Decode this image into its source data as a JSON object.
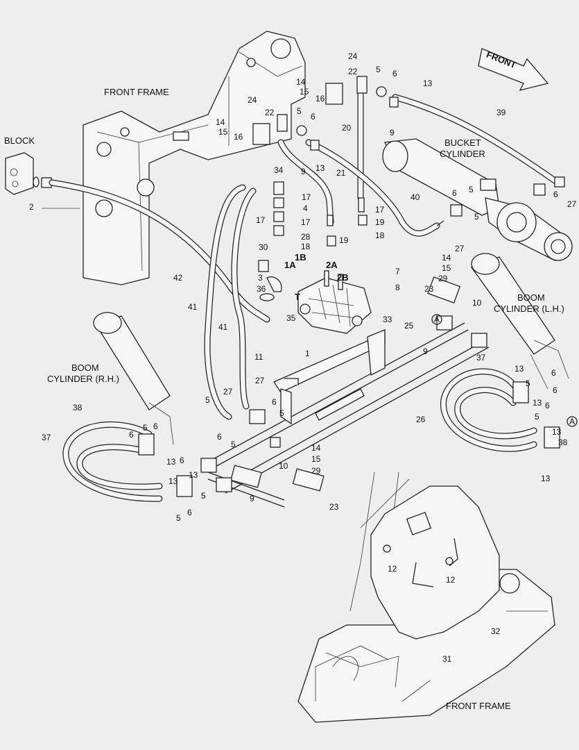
{
  "texts": {
    "front_arrow": "FRONT",
    "front_frame_top": "FRONT FRAME",
    "front_frame_bottom": "FRONT FRAME",
    "block": "BLOCK",
    "bucket_cylinder_1": "BUCKET",
    "bucket_cylinder_2": "CYLINDER",
    "boom_lh_1": "BOOM",
    "boom_lh_2": "CYLINDER (L.H.)",
    "boom_rh_1": "BOOM",
    "boom_rh_2": "CYLINDER (R.H.)",
    "port_1a": "1A",
    "port_1b": "1B",
    "port_2a": "2A",
    "port_2b": "2B",
    "port_t": "T",
    "ref_a_1": "A",
    "ref_a_2": "A"
  },
  "callouts": [
    "24",
    "14",
    "15",
    "16",
    "22",
    "5",
    "6",
    "13",
    "39",
    "24",
    "14",
    "15",
    "16",
    "22",
    "5",
    "6",
    "9",
    "13",
    "20",
    "9",
    "34",
    "21",
    "17",
    "4",
    "17",
    "17",
    "28",
    "19",
    "18",
    "30",
    "17",
    "19",
    "18",
    "40",
    "6",
    "5",
    "27",
    "5",
    "6",
    "27",
    "2",
    "42",
    "3",
    "36",
    "35",
    "41",
    "41",
    "1A",
    "1B",
    "2A",
    "2B",
    "7",
    "8",
    "14",
    "15",
    "29",
    "23",
    "10",
    "33",
    "25",
    "9",
    "1",
    "11",
    "27",
    "27",
    "6",
    "5",
    "5",
    "6",
    "5",
    "13",
    "6",
    "38",
    "37",
    "5",
    "6",
    "13",
    "13",
    "6",
    "5",
    "6",
    "5",
    "13",
    "6",
    "5",
    "13",
    "6",
    "13",
    "5",
    "13",
    "5",
    "6",
    "38",
    "37",
    "26",
    "14",
    "15",
    "29",
    "10",
    "9",
    "23",
    "12",
    "12",
    "32",
    "31"
  ]
}
